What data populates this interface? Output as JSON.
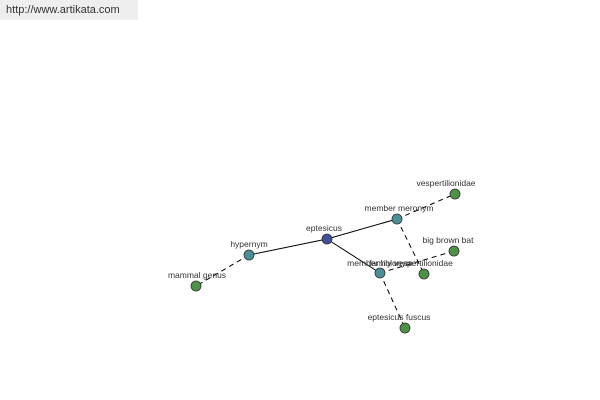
{
  "header": {
    "url": "http://www.artikata.com"
  },
  "colors": {
    "center": "#3f4f98",
    "relation": "#4a8f98",
    "leaf": "#4f9147",
    "edge": "#000000"
  },
  "nodes": [
    {
      "id": "eptesicus",
      "label": "eptesicus",
      "kind": "center"
    },
    {
      "id": "hypernym",
      "label": "hypernym",
      "kind": "relation"
    },
    {
      "id": "member-meronym",
      "label": "member meronym",
      "kind": "relation"
    },
    {
      "id": "member-holonym",
      "label": "member holonym",
      "kind": "relation"
    },
    {
      "id": "mammal-genus",
      "label": "mammal genus",
      "kind": "leaf"
    },
    {
      "id": "vespertilionidae",
      "label": "vespertilionidae",
      "kind": "leaf"
    },
    {
      "id": "family-vespertilionidae",
      "label": "family vespertilionidae",
      "kind": "leaf"
    },
    {
      "id": "big-brown-bat",
      "label": "big brown bat",
      "kind": "leaf"
    },
    {
      "id": "eptesicus-fuscus",
      "label": "eptesicus fuscus",
      "kind": "leaf"
    }
  ],
  "edges": [
    {
      "from": "eptesicus",
      "to": "hypernym",
      "style": "solid"
    },
    {
      "from": "eptesicus",
      "to": "member-meronym",
      "style": "solid"
    },
    {
      "from": "eptesicus",
      "to": "member-holonym",
      "style": "solid"
    },
    {
      "from": "hypernym",
      "to": "mammal-genus",
      "style": "dashed"
    },
    {
      "from": "member-meronym",
      "to": "vespertilionidae",
      "style": "dashed"
    },
    {
      "from": "member-meronym",
      "to": "family-vespertilionidae",
      "style": "dashed"
    },
    {
      "from": "member-holonym",
      "to": "big-brown-bat",
      "style": "dashed"
    },
    {
      "from": "member-holonym",
      "to": "eptesicus-fuscus",
      "style": "dashed"
    }
  ]
}
